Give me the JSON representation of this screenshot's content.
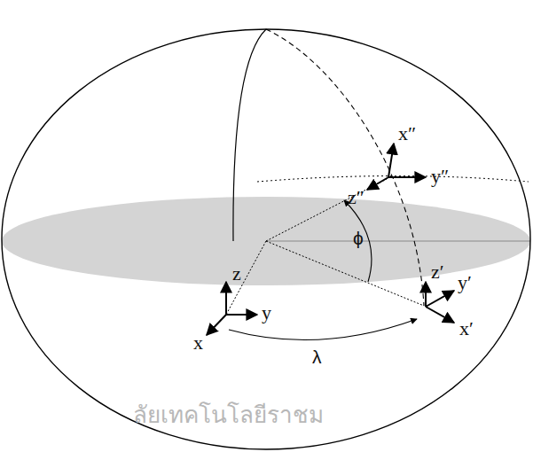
{
  "diagram": {
    "labels": [
      "z",
      "y",
      "x",
      "λ",
      "z′",
      "y′",
      "x′",
      "ϕ",
      "x″",
      "y″",
      "z″",
      "ลัยเทคโนโลยีราชม"
    ]
  }
}
